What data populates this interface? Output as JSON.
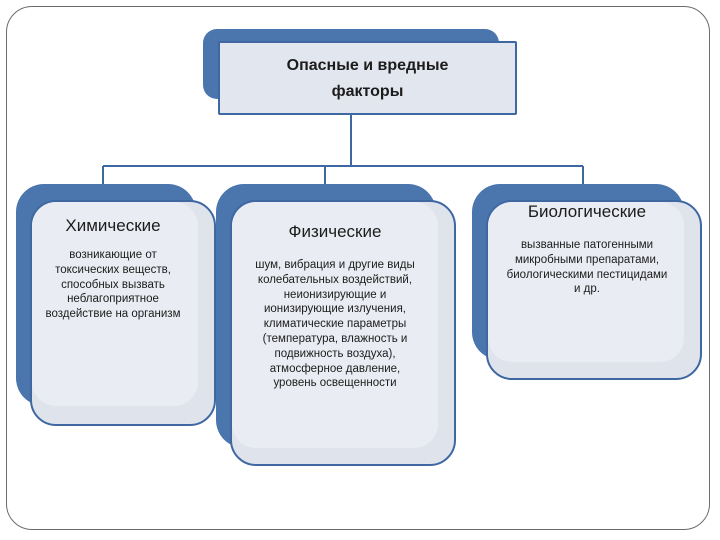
{
  "root": {
    "title": "Опасные и вредные\nфакторы"
  },
  "categories": [
    {
      "id": "chemical",
      "title": "Химические",
      "description": "возникающие от\nтоксических веществ,\nспособных вызвать\nнеблагоприятное\nвоздействие на организм"
    },
    {
      "id": "physical",
      "title": "Физические",
      "description": "шум, вибрация и другие виды\nколебательных воздействий,\nнеионизирующие и\nионизирующие излучения,\nклиматические параметры\n(температура, влажность и\nподвижность воздуха),\nатмосферное давление,\nуровень освещенности"
    },
    {
      "id": "biological",
      "title": "Биологические",
      "description": "вызванные патогенными\nмикробными препаратами,\nбиологическими пестицидами\nи др."
    }
  ],
  "colors": {
    "accent_blue": "#4a75ad",
    "border_blue": "#3f67a2",
    "card_fill": "#dfe3ec",
    "frame_border": "#6b6b6b"
  }
}
